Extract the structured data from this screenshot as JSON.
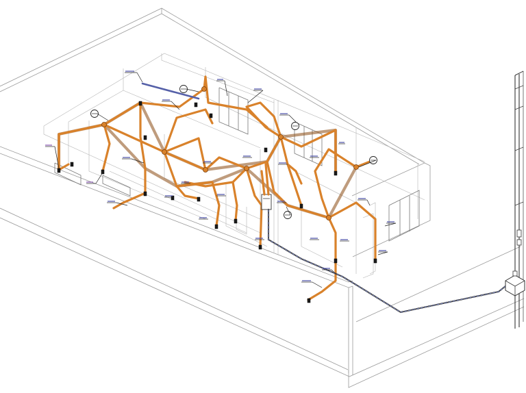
{
  "view": {
    "type": "3D isometric electrical conduit layout",
    "colors": {
      "background": "#ffffff",
      "walls": "#9a9a9a",
      "conduit": "#d9822b",
      "feeder": "#3a3a3a",
      "circuit_tag": "#4b4fa8"
    }
  },
  "elements": {
    "building_shell": "building-shell",
    "conduit_network": "conduit-network",
    "feeder_run": "feeder-run",
    "service_pole": "service-pole",
    "meter_box": "meter-box"
  }
}
